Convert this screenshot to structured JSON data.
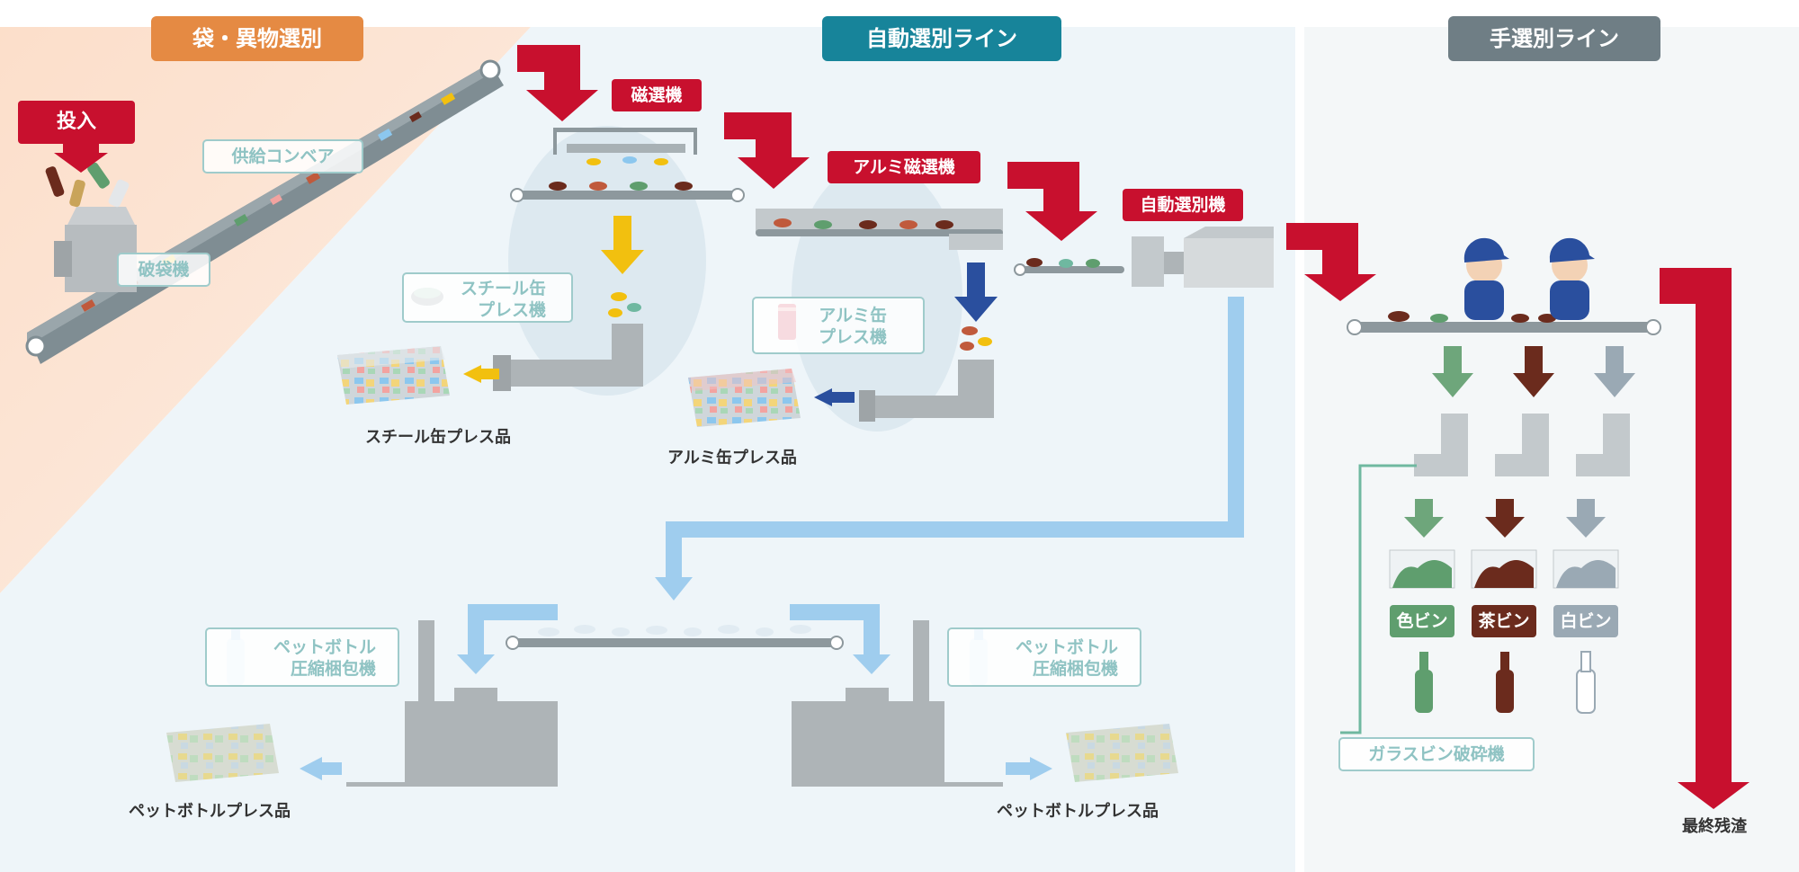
{
  "sections": {
    "bag": "袋・異物選別",
    "auto": "自動選別ライン",
    "manual": "手選別ライン"
  },
  "labels": {
    "input": "投入",
    "feed_conveyor": "供給コンベア",
    "bag_breaker": "破袋機",
    "magnetic": "磁選機",
    "al_magnetic": "アルミ磁選機",
    "auto_sorter": "自動選別機",
    "steel_press_l1": "スチール缶",
    "steel_press_l2": "プレス機",
    "al_press_l1": "アルミ缶",
    "al_press_l2": "プレス機",
    "pet_left_l1": "ペットボトル",
    "pet_left_l2": "圧縮梱包機",
    "pet_right_l1": "ペットボトル",
    "pet_right_l2": "圧縮梱包機",
    "glass_crusher": "ガラスビン破砕機"
  },
  "products": {
    "steel": "スチール缶プレス品",
    "aluminum": "アルミ缶プレス品",
    "pet_left": "ペットボトルプレス品",
    "pet_right": "ペットボトルプレス品",
    "residue": "最終残渣"
  },
  "glass": [
    {
      "label": "色ビン",
      "color": "#5f9e6e"
    },
    {
      "label": "茶ビン",
      "color": "#6b2b1d"
    },
    {
      "label": "白ビン",
      "color": "#9aa9b4"
    }
  ],
  "colors": {
    "red": "#c8102e",
    "orange": "#e58a43",
    "teal": "#17849a",
    "gray": "#6f7e85",
    "yellow": "#f2c00f",
    "blue": "#2a4f9e",
    "light_blue": "#9fcdee"
  }
}
